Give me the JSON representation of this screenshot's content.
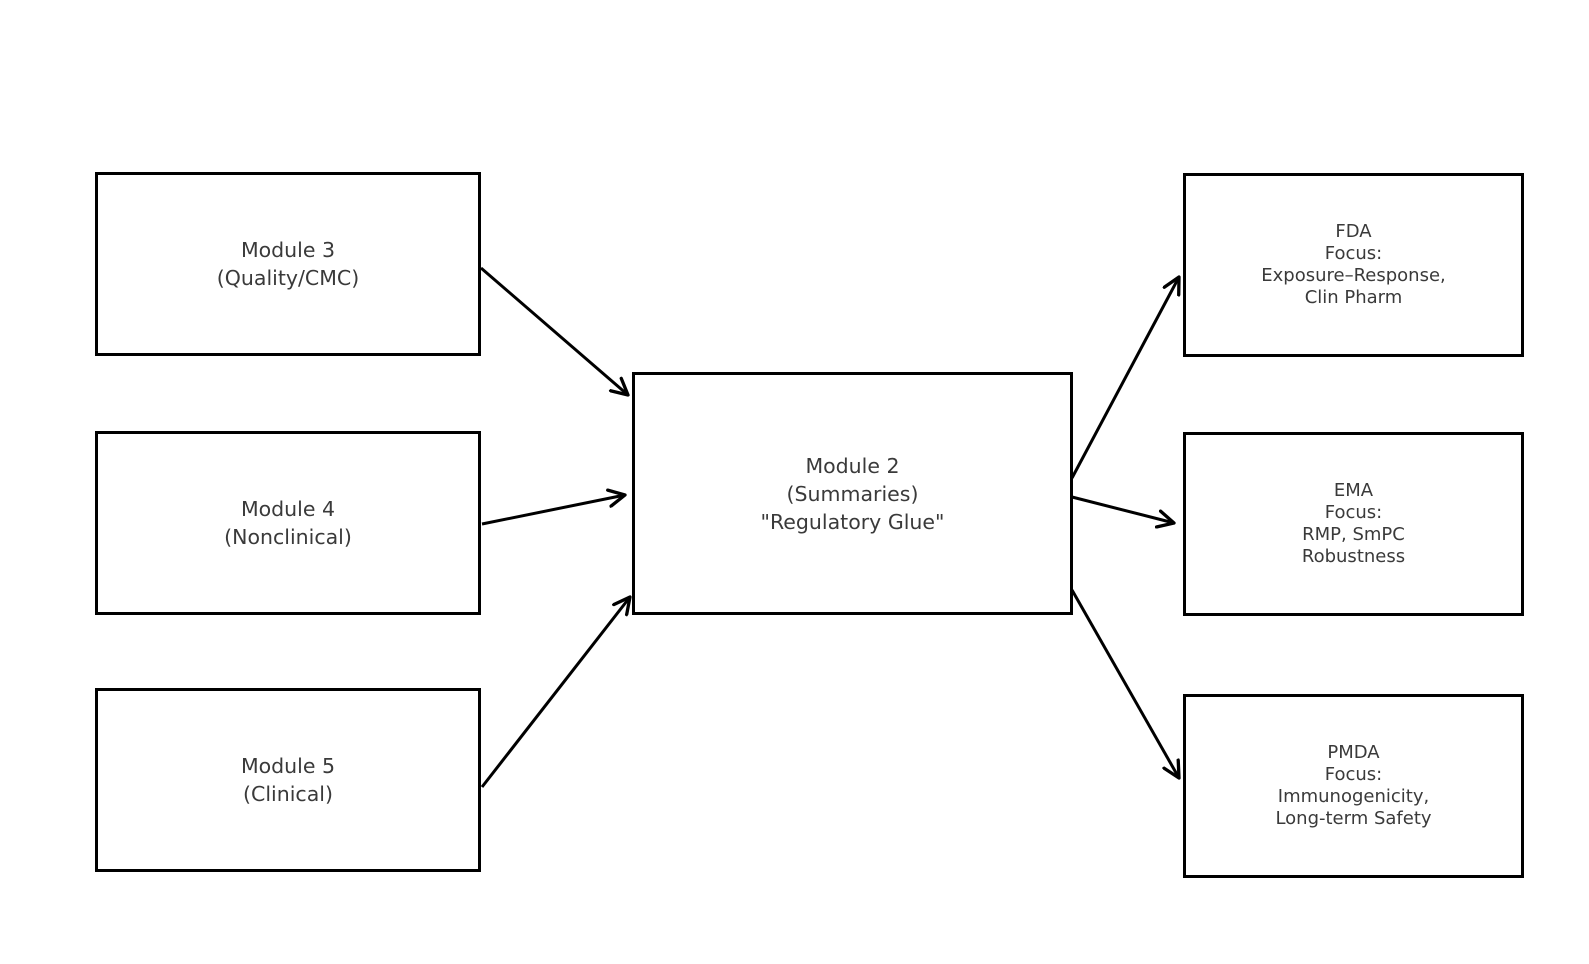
{
  "diagram": {
    "colors": {
      "background": "#ffffff",
      "box_border": "#000000",
      "box_fill": "#ffffff",
      "text": "#3a3a3a",
      "arrow": "#000000"
    },
    "nodes": {
      "module3": {
        "lines": [
          "Module 3",
          "(Quality/CMC)"
        ]
      },
      "module4": {
        "lines": [
          "Module 4",
          "(Nonclinical)"
        ]
      },
      "module5": {
        "lines": [
          "Module 5",
          "(Clinical)"
        ]
      },
      "module2": {
        "lines": [
          "Module 2",
          "(Summaries)",
          "\"Regulatory Glue\""
        ]
      },
      "fda": {
        "lines": [
          "FDA",
          "Focus:",
          "Exposure–Response,",
          "Clin Pharm"
        ]
      },
      "ema": {
        "lines": [
          "EMA",
          "Focus:",
          "RMP, SmPC",
          "Robustness"
        ]
      },
      "pmda": {
        "lines": [
          "PMDA",
          "Focus:",
          "Immunogenicity,",
          "Long-term Safety"
        ]
      }
    },
    "arrows": [
      {
        "from": "module3",
        "to": "module2"
      },
      {
        "from": "module4",
        "to": "module2"
      },
      {
        "from": "module5",
        "to": "module2"
      },
      {
        "from": "module2",
        "to": "fda"
      },
      {
        "from": "module2",
        "to": "ema"
      },
      {
        "from": "module2",
        "to": "pmda"
      }
    ]
  }
}
